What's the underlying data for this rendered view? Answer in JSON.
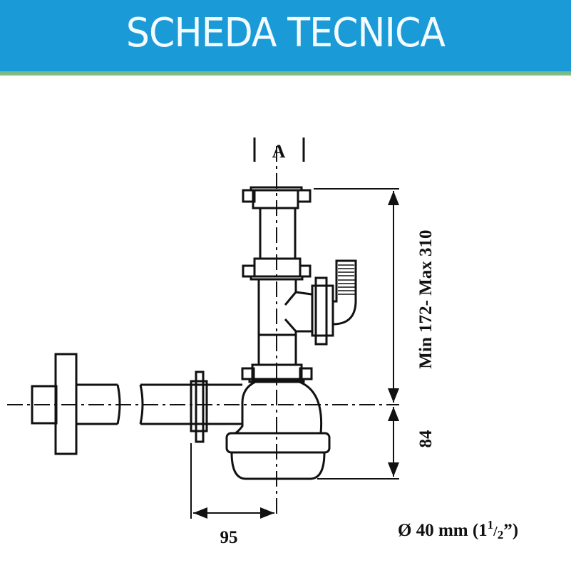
{
  "header": {
    "title": "SCHEDA TECNICA"
  },
  "diagram": {
    "section_label": "A",
    "height_range_label": "Min 172- Max 310",
    "trap_depth_label": "84",
    "offset_label": "95",
    "diameter_label": "Ø 40 mm (1",
    "diameter_fraction_num": "1",
    "diameter_fraction_den": "2",
    "diameter_suffix": "”)"
  },
  "colors": {
    "header_bg": "#1a9ad6",
    "header_strip": "#7ab882",
    "line": "#111111"
  }
}
